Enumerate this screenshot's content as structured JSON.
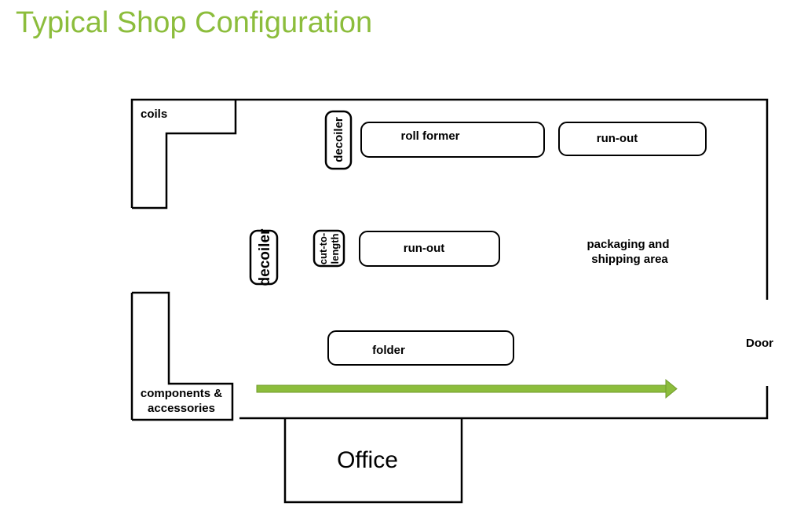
{
  "title": "Typical Shop Configuration",
  "labels": {
    "coils": "coils",
    "decoiler_top": "decoiler",
    "roll_former": "roll former",
    "run_out_top": "run-out",
    "decoiler_mid": "decoiler",
    "cut_to_length_line1": "cut-to-",
    "cut_to_length_line2": "length",
    "run_out_mid": "run-out",
    "packaging_line1": "packaging and",
    "packaging_line2": "shipping area",
    "folder": "folder",
    "door": "Door",
    "components_line1": "components &",
    "components_line2": "accessories",
    "office": "Office"
  },
  "colors": {
    "title": "#8cbd3c",
    "arrow": "#8cbd3c",
    "lines": "#000000"
  }
}
